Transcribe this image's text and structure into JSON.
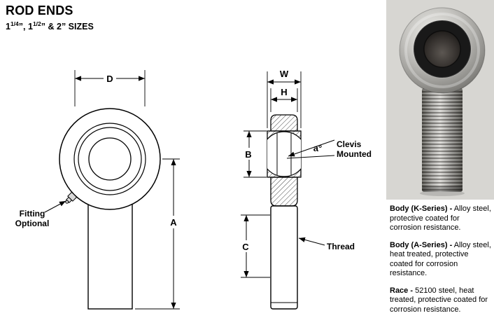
{
  "header": {
    "title": "ROD ENDS",
    "subtitle_parts": {
      "a": "1",
      "sup1": "1/4",
      "b": "”, 1",
      "sup2": "1/2",
      "c": "” & 2” SIZES"
    }
  },
  "front_view": {
    "dim_d": "D",
    "dim_a": "A",
    "fitting_line1": "Fitting",
    "fitting_line2": "Optional"
  },
  "side_view": {
    "dim_w": "W",
    "dim_h": "H",
    "dim_b": "B",
    "dim_c": "C",
    "angle_label": "a°",
    "clevis_line1": "Clevis",
    "clevis_line2": "Mounted",
    "thread_label": "Thread"
  },
  "notes": [
    {
      "lead": "Body (K-Series) -",
      "text": " Alloy steel, protective coated for corrosion resistance."
    },
    {
      "lead": "Body (A-Series) -",
      "text": " Alloy steel, heat treated, protective coated for corrosion resistance."
    },
    {
      "lead": "Race -",
      "text": " 52100 steel, heat treated, protective coated for corrosion resistance."
    }
  ],
  "colors": {
    "photo_background": "#d7d6d2",
    "line": "#000000"
  }
}
